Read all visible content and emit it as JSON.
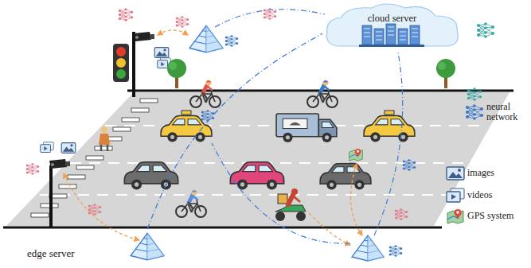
{
  "diagram": {
    "nodes": [
      {
        "text": [
          "cloud server"
        ]
      },
      {
        "text": [
          "edge server"
        ]
      }
    ],
    "edges": [
      {
        "from": 1,
        "to": 0,
        "arrow": "none"
      }
    ],
    "legend": [
      {
        "text": "neural network"
      },
      {
        "text": "images"
      },
      {
        "text": "videos"
      },
      {
        "text": "GPS system"
      }
    ]
  }
}
